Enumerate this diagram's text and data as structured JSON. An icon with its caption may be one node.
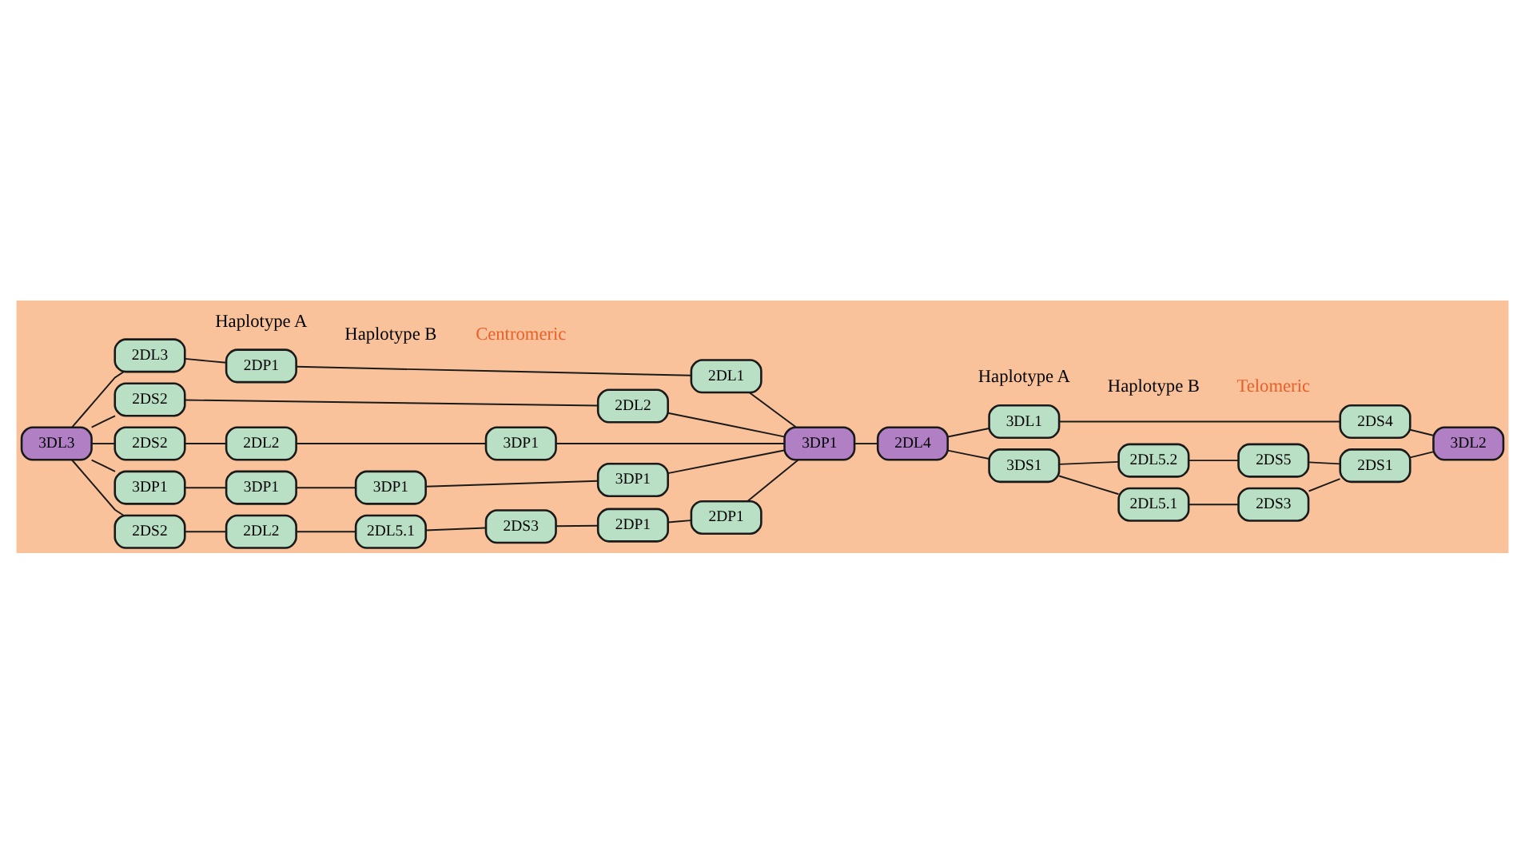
{
  "diagram": {
    "nodes": [
      {
        "text": [
          "3DL3"
        ]
      },
      {
        "text": [
          "2DL3"
        ]
      },
      {
        "text": [
          "2DP1"
        ]
      },
      {
        "text": [
          "2DL1"
        ]
      },
      {
        "text": [
          "2DS2"
        ]
      },
      {
        "text": [
          "2DL2"
        ]
      },
      {
        "text": [
          "2DS2"
        ]
      },
      {
        "text": [
          "2DL2"
        ]
      },
      {
        "text": [
          "3DP1"
        ]
      },
      {
        "text": [
          "3DP1"
        ]
      },
      {
        "text": [
          "3DP1"
        ]
      },
      {
        "text": [
          "3DP1"
        ]
      },
      {
        "text": [
          "3DP1"
        ]
      },
      {
        "text": [
          "2DS2"
        ]
      },
      {
        "text": [
          "2DL2"
        ]
      },
      {
        "text": [
          "2DL5.1"
        ]
      },
      {
        "text": [
          "2DS3"
        ]
      },
      {
        "text": [
          "2DP1"
        ]
      },
      {
        "text": [
          "2DP1"
        ]
      },
      {
        "text": [
          "3DP1"
        ]
      },
      {
        "text": [
          "2DL4"
        ]
      },
      {
        "text": [
          "3DL1"
        ]
      },
      {
        "text": [
          "2DS4"
        ]
      },
      {
        "text": [
          "3DS1"
        ]
      },
      {
        "text": [
          "2DL5.2"
        ]
      },
      {
        "text": [
          "2DS5"
        ]
      },
      {
        "text": [
          "2DL5.1"
        ]
      },
      {
        "text": [
          "2DS3"
        ]
      },
      {
        "text": [
          "2DS1"
        ]
      },
      {
        "text": [
          "3DL2"
        ]
      }
    ],
    "edges": [
      {
        "from": 0,
        "to": 1,
        "arrow": "none"
      },
      {
        "from": 1,
        "to": 2,
        "arrow": "none"
      },
      {
        "from": 2,
        "to": 3,
        "arrow": "none"
      },
      {
        "from": 3,
        "to": 19,
        "arrow": "none"
      },
      {
        "from": 0,
        "to": 4,
        "arrow": "none"
      },
      {
        "from": 4,
        "to": 5,
        "arrow": "none"
      },
      {
        "from": 5,
        "to": 19,
        "arrow": "none"
      },
      {
        "from": 0,
        "to": 6,
        "arrow": "none"
      },
      {
        "from": 6,
        "to": 7,
        "arrow": "none"
      },
      {
        "from": 7,
        "to": 8,
        "arrow": "none"
      },
      {
        "from": 8,
        "to": 19,
        "arrow": "none"
      },
      {
        "from": 0,
        "to": 9,
        "arrow": "none"
      },
      {
        "from": 9,
        "to": 10,
        "arrow": "none"
      },
      {
        "from": 10,
        "to": 11,
        "arrow": "none"
      },
      {
        "from": 11,
        "to": 12,
        "arrow": "none"
      },
      {
        "from": 12,
        "to": 19,
        "arrow": "none"
      },
      {
        "from": 0,
        "to": 13,
        "arrow": "none"
      },
      {
        "from": 13,
        "to": 14,
        "arrow": "none"
      },
      {
        "from": 14,
        "to": 15,
        "arrow": "none"
      },
      {
        "from": 15,
        "to": 16,
        "arrow": "none"
      },
      {
        "from": 16,
        "to": 17,
        "arrow": "none"
      },
      {
        "from": 17,
        "to": 18,
        "arrow": "none"
      },
      {
        "from": 18,
        "to": 19,
        "arrow": "none"
      },
      {
        "from": 19,
        "to": 20,
        "arrow": "none"
      },
      {
        "from": 20,
        "to": 21,
        "arrow": "none"
      },
      {
        "from": 21,
        "to": 22,
        "arrow": "none"
      },
      {
        "from": 22,
        "to": 29,
        "arrow": "none"
      },
      {
        "from": 20,
        "to": 23,
        "arrow": "none"
      },
      {
        "from": 23,
        "to": 24,
        "arrow": "none"
      },
      {
        "from": 24,
        "to": 25,
        "arrow": "none"
      },
      {
        "from": 25,
        "to": 28,
        "arrow": "none"
      },
      {
        "from": 23,
        "to": 26,
        "arrow": "none"
      },
      {
        "from": 26,
        "to": 27,
        "arrow": "none"
      },
      {
        "from": 27,
        "to": 28,
        "arrow": "none"
      },
      {
        "from": 28,
        "to": 29,
        "arrow": "none"
      }
    ],
    "labels": [
      "Haplotype A",
      "Haplotype A",
      "Haplotype B",
      "Haplotype B",
      "Centromeric",
      "Telomeric"
    ]
  }
}
